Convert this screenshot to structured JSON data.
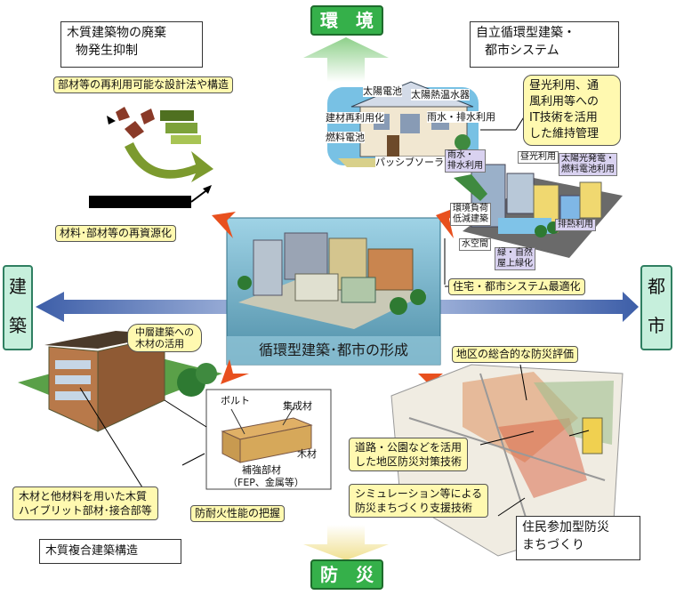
{
  "top": {
    "env_tab": "環　境",
    "wood_waste_box": [
      "木質建築物の廃棄",
      "物発生抑制"
    ],
    "self_circulating_box": [
      "自立循環型建築・",
      "都市システム"
    ]
  },
  "left_labels": {
    "reuse_design": "部材等の再利用可能な設計法や構造",
    "recycle_materials": "材料･部材等の再資源化"
  },
  "house_labels": {
    "solar_cell": "太陽電池",
    "solar_water_heater": "太陽熱温水器",
    "material_reuse": "建材再利用化",
    "rain_waste_water": "雨水・排水利用",
    "fuel_cell": "燃料電池",
    "passive_solar": "パッシブソーラー"
  },
  "it_box": [
    "昼光利用、通",
    "風利用等への",
    "IT技術を活用",
    "した維持管理"
  ],
  "city_labels": {
    "rain_waste_water": [
      "雨水・",
      "排水利用"
    ],
    "daylight": "昼光利用",
    "solar_fuel": [
      "太陽光発電・",
      "燃料電池利用"
    ],
    "low_env_building": [
      "環境負荷",
      "低減建築"
    ],
    "waste_heat": "排熱利用",
    "water_space": "水空間",
    "greening": [
      "緑・自然",
      "屋上緑化"
    ]
  },
  "housing_opt": "住宅・都市システム最適化",
  "center_title": "循環型建築･都市の形成",
  "side_tabs": {
    "building": [
      "建",
      "築"
    ],
    "city": [
      "都",
      "市"
    ]
  },
  "wood_building": {
    "bubble": [
      "中層建築への",
      "木材の活用"
    ],
    "bolt": "ボルト",
    "glulam": "集成材",
    "wood": "木材",
    "reinforce": "補強部材",
    "reinforce_detail": "（FEP、金属等）",
    "hybrid_box": [
      "木材と他材料を用いた木質",
      "ハイブリット部材･接合部等"
    ],
    "fire_resist": "防耐火性能の把握",
    "structure_title": "木質複合建築構造"
  },
  "disaster": {
    "district_eval": "地区の総合的な防災評価",
    "road_park": [
      "道路・公園などを活用",
      "した地区防災対策技術"
    ],
    "simulation": [
      "シミュレーション等による",
      "防災まちづくり支援技術"
    ],
    "residents_box": [
      "住民参加型防災",
      "まちづくり"
    ],
    "bottom_tab": "防　災"
  }
}
